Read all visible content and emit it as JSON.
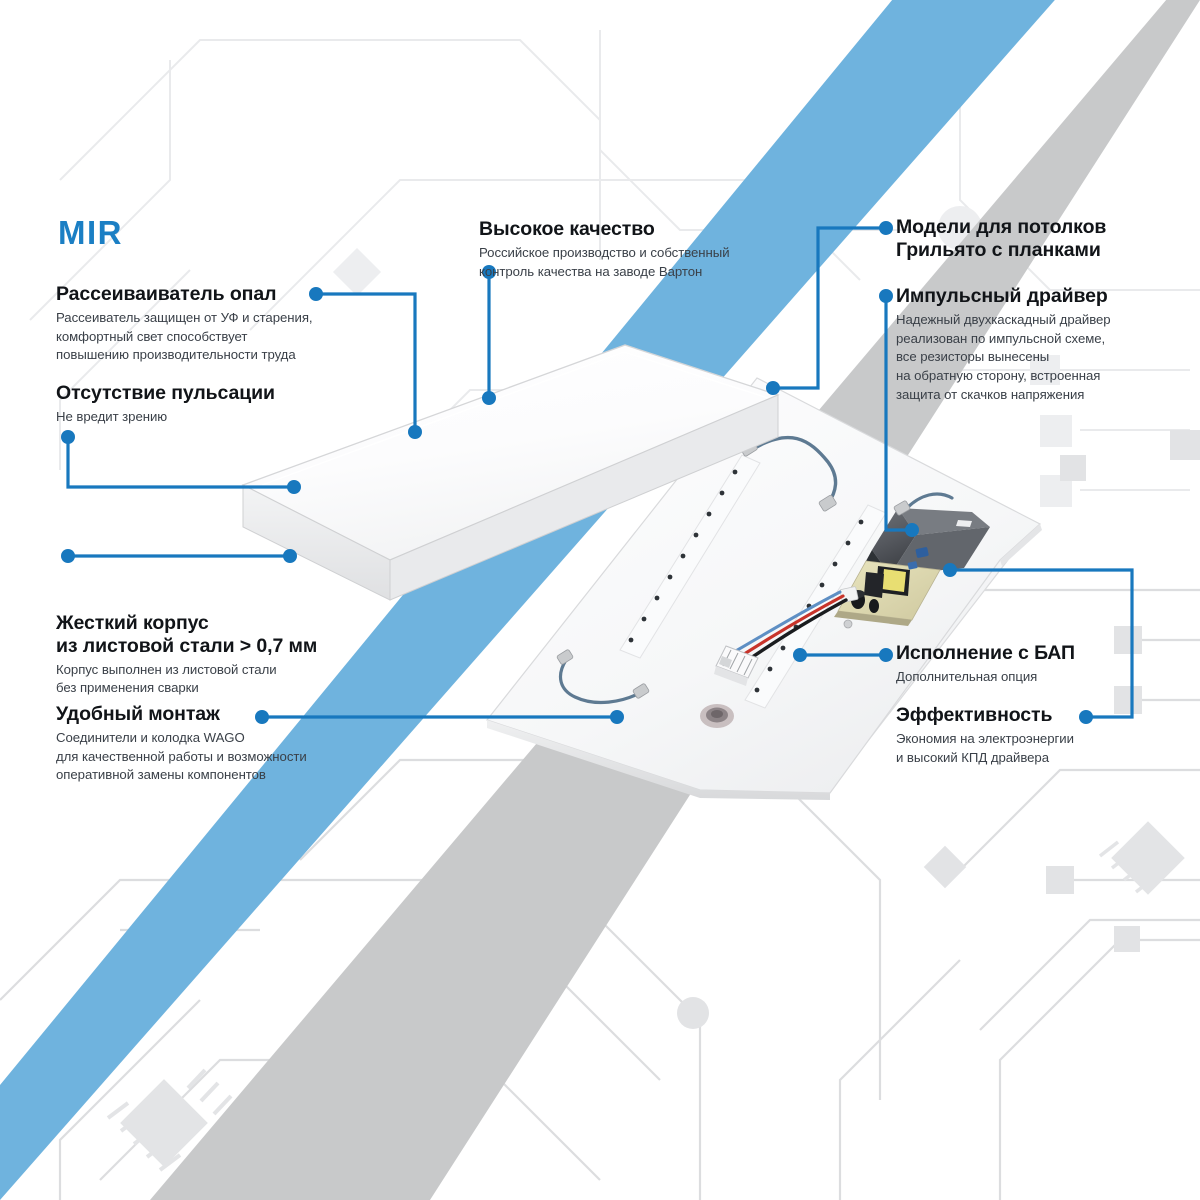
{
  "brand": {
    "logo": "MIR"
  },
  "colors": {
    "accent_blue": "#1878BE",
    "logo_blue": "#1B7FC4",
    "band_blue": "#6FB3DE",
    "band_grey": "#C8C9CA",
    "title_dark": "#111418",
    "body_grey": "#3a4048",
    "circuit_grey": "#E6E7E9"
  },
  "callouts": {
    "diffuser": {
      "title": "Рассеиваиватель опал",
      "body": "Рассеиватель защищен от УФ и старения,\nкомфортный свет способствует\nповышению производительности труда"
    },
    "flicker": {
      "title": "Отсутствие пульсации",
      "body": "Не вредит зрению"
    },
    "body_steel": {
      "title": "Жесткий корпус\nиз листовой стали > 0,7 мм",
      "body": "Корпус выполнен из листовой стали\nбез применения сварки"
    },
    "mounting": {
      "title": "Удобный монтаж",
      "body": "Соединители и колодка WAGO\nдля качественной работы и возможности\nоперативной замены компонентов"
    },
    "quality": {
      "title": "Высокое качество",
      "body": "Российское производство и собственный\nконтроль качества на заводе Вартон"
    },
    "grilyato": {
      "title": "Модели для потолков\nГрильято с планками",
      "body": ""
    },
    "driver": {
      "title": "Импульсный драйвер",
      "body": "Надежный двухкаскадный драйвер\nреализован по импульсной схеме,\nвсе резисторы вынесены\nна обратную сторону, встроенная\nзащита от скачков напряжения"
    },
    "bap": {
      "title": "Исполнение с БАП",
      "body": "Дополнительная опция"
    },
    "efficiency": {
      "title": "Эффективность",
      "body": "Экономия на электроэнергии\nи высокий КПД драйвера"
    }
  },
  "product": {
    "name": "led-panel-exploded-view",
    "parts": [
      "opal-diffuser-panel",
      "steel-housing-tray",
      "led-strip-left",
      "led-strip-right",
      "pulse-driver-housing",
      "driver-pcb",
      "transformer",
      "wago-connector",
      "power-wires",
      "cable-grommet"
    ]
  }
}
